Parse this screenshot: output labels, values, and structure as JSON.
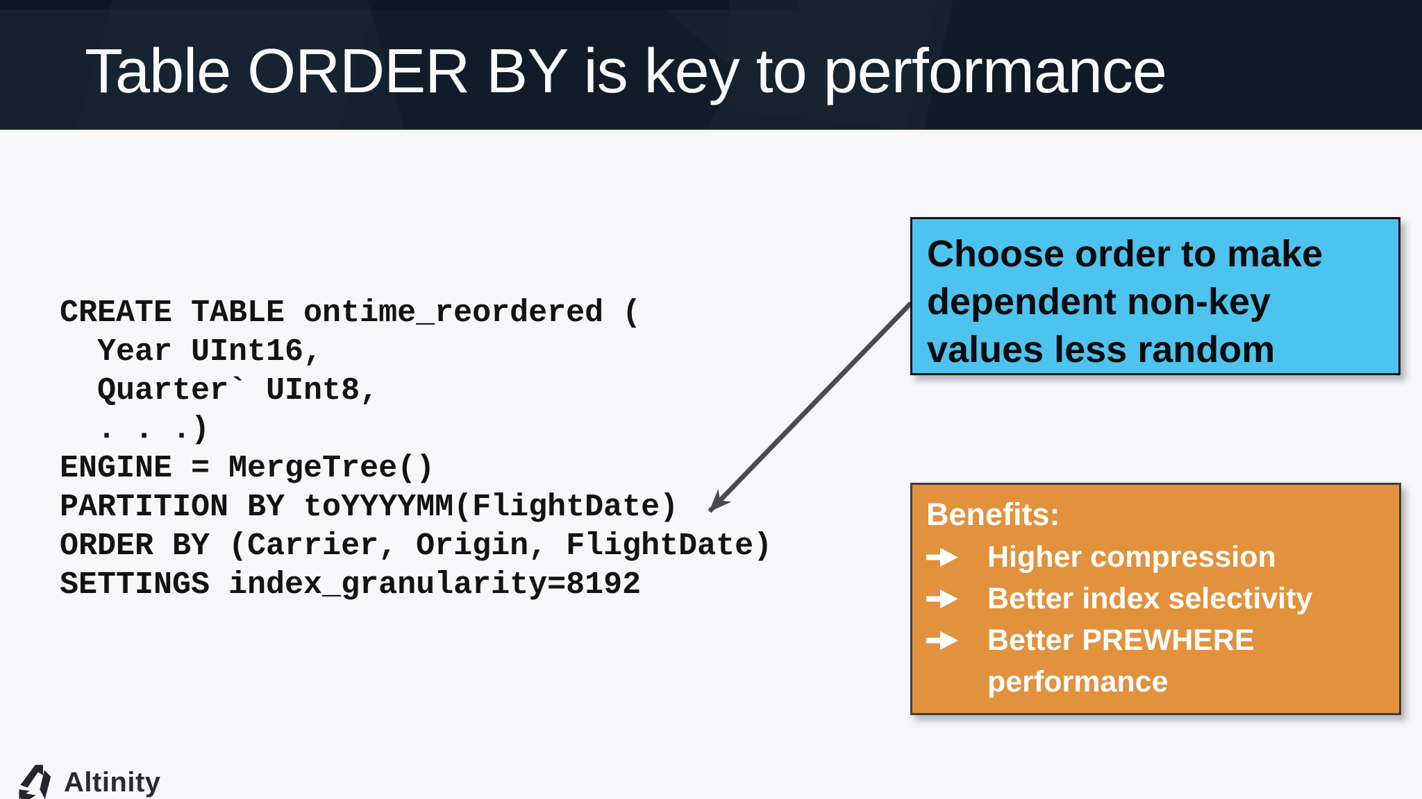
{
  "title": "Table ORDER BY is key to performance",
  "code": {
    "lines": [
      "CREATE TABLE ontime_reordered (",
      "  Year UInt16,",
      "  Quarter` UInt8,",
      "  . . .)",
      "ENGINE = MergeTree()",
      "PARTITION BY toYYYYMM(FlightDate)",
      "ORDER BY (Carrier, Origin, FlightDate)",
      "SETTINGS index_granularity=8192"
    ]
  },
  "callout": {
    "lines": [
      "Choose order to make",
      "dependent non-key",
      "values less random"
    ]
  },
  "benefits": {
    "heading": "Benefits:",
    "bullet_glyph": "➔",
    "items": [
      "Higher compression",
      "Better index selectivity",
      "Better PREWHERE performance"
    ]
  },
  "footer": {
    "brand": "Altinity"
  },
  "colors": {
    "header_bg": "#15212d",
    "page_bg": "#f7f7f9",
    "callout_bg": "#4dc4f0",
    "callout_border": "#101014",
    "benefits_bg": "#e2913c",
    "benefits_border": "#3d3d3d",
    "arrow": "#4a4b4f",
    "title_text": "#fafafb",
    "code_text": "#131313",
    "callout_text": "#0b0b0d",
    "benefits_text": "#ffffff",
    "brand_text": "#2b2932"
  }
}
